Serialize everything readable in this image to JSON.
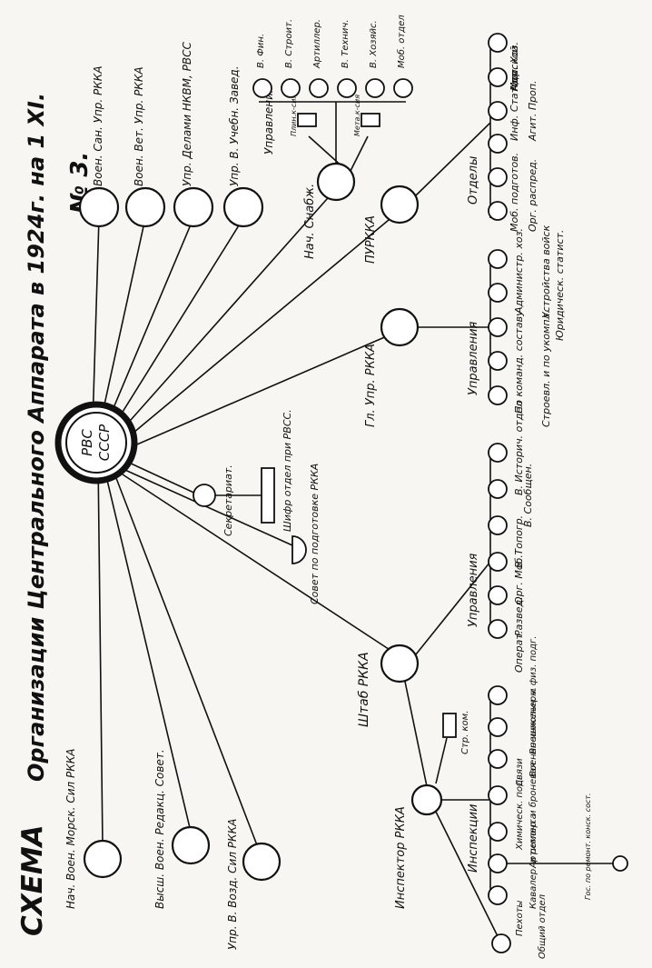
{
  "title": {
    "prefix": "СХЕМА",
    "main": "Организации Центрального Аппарата в 1924г. на 1 XI.",
    "number": "№ 3."
  },
  "center": {
    "line1": "РВС",
    "line2": "СССР"
  },
  "top_left": [
    "Нач. Воен. Морск. Сил РККА",
    "Высш. Воен. Редакц. Совет.",
    "Упр. В. Возд. Сил РККА"
  ],
  "top_right": [
    "Воен. Сан. Упр. РККА",
    "Воен. Вет. Упр. РККА",
    "Упр. Делами НКВМ, РВСС",
    "Упр. В. Учебн. Завед."
  ],
  "nach_snab": {
    "label": "Нач. Снабж.",
    "group_label": "Управления",
    "boxes": [
      "Плин.к-сия",
      "Мета.к-сия"
    ],
    "children": [
      "В. Фин.",
      "В. Строит.",
      "Артиллер.",
      "В. Технич.",
      "В. Хозяйс.",
      "Моб. отдел"
    ]
  },
  "pur": {
    "label": "ПУРККА",
    "group_label": "Отделы",
    "children": [
      "Орг. распред.",
      "Моб. подготов.",
      "Агит. Проп.",
      "Инф. Статист.",
      "Морской",
      "Адм. Хоз."
    ]
  },
  "gl_upr": {
    "label": "Гл. Упр. РККА",
    "group_label": "Управления",
    "children": [
      "Строевл. и по укомпл.",
      "По команд. составу",
      "Юридическ. статист.",
      "Устройства войск",
      "Администр. хоз."
    ]
  },
  "secretariat": {
    "label": "Секретариат.",
    "box_label": "Шифр отдел при РВСС."
  },
  "sovet": {
    "label": "Совет по подготовке РККА"
  },
  "shtab": {
    "label": "Штаб РККА",
    "group_label": "Управления",
    "children": [
      "Операт.",
      "Развед.",
      "Орг. Моб.",
      "В. Топогр.",
      "В. Сообщен.",
      "В. Историч. отдел"
    ]
  },
  "inspektor": {
    "label": "Инспектор РККА",
    "box_label": "Стр. ком.",
    "group_label": "Инспекции",
    "children": [
      "Внешкольн. и физ. подг.",
      "Военно-инженерн.",
      "Связи",
      "Химическ. подг.",
      "Артиллер. и броневая",
      "Кавалер. и ремонта",
      "Пехоты",
      "Общий отдел"
    ],
    "extra": "Гос. по ремонт. конск. сост."
  }
}
